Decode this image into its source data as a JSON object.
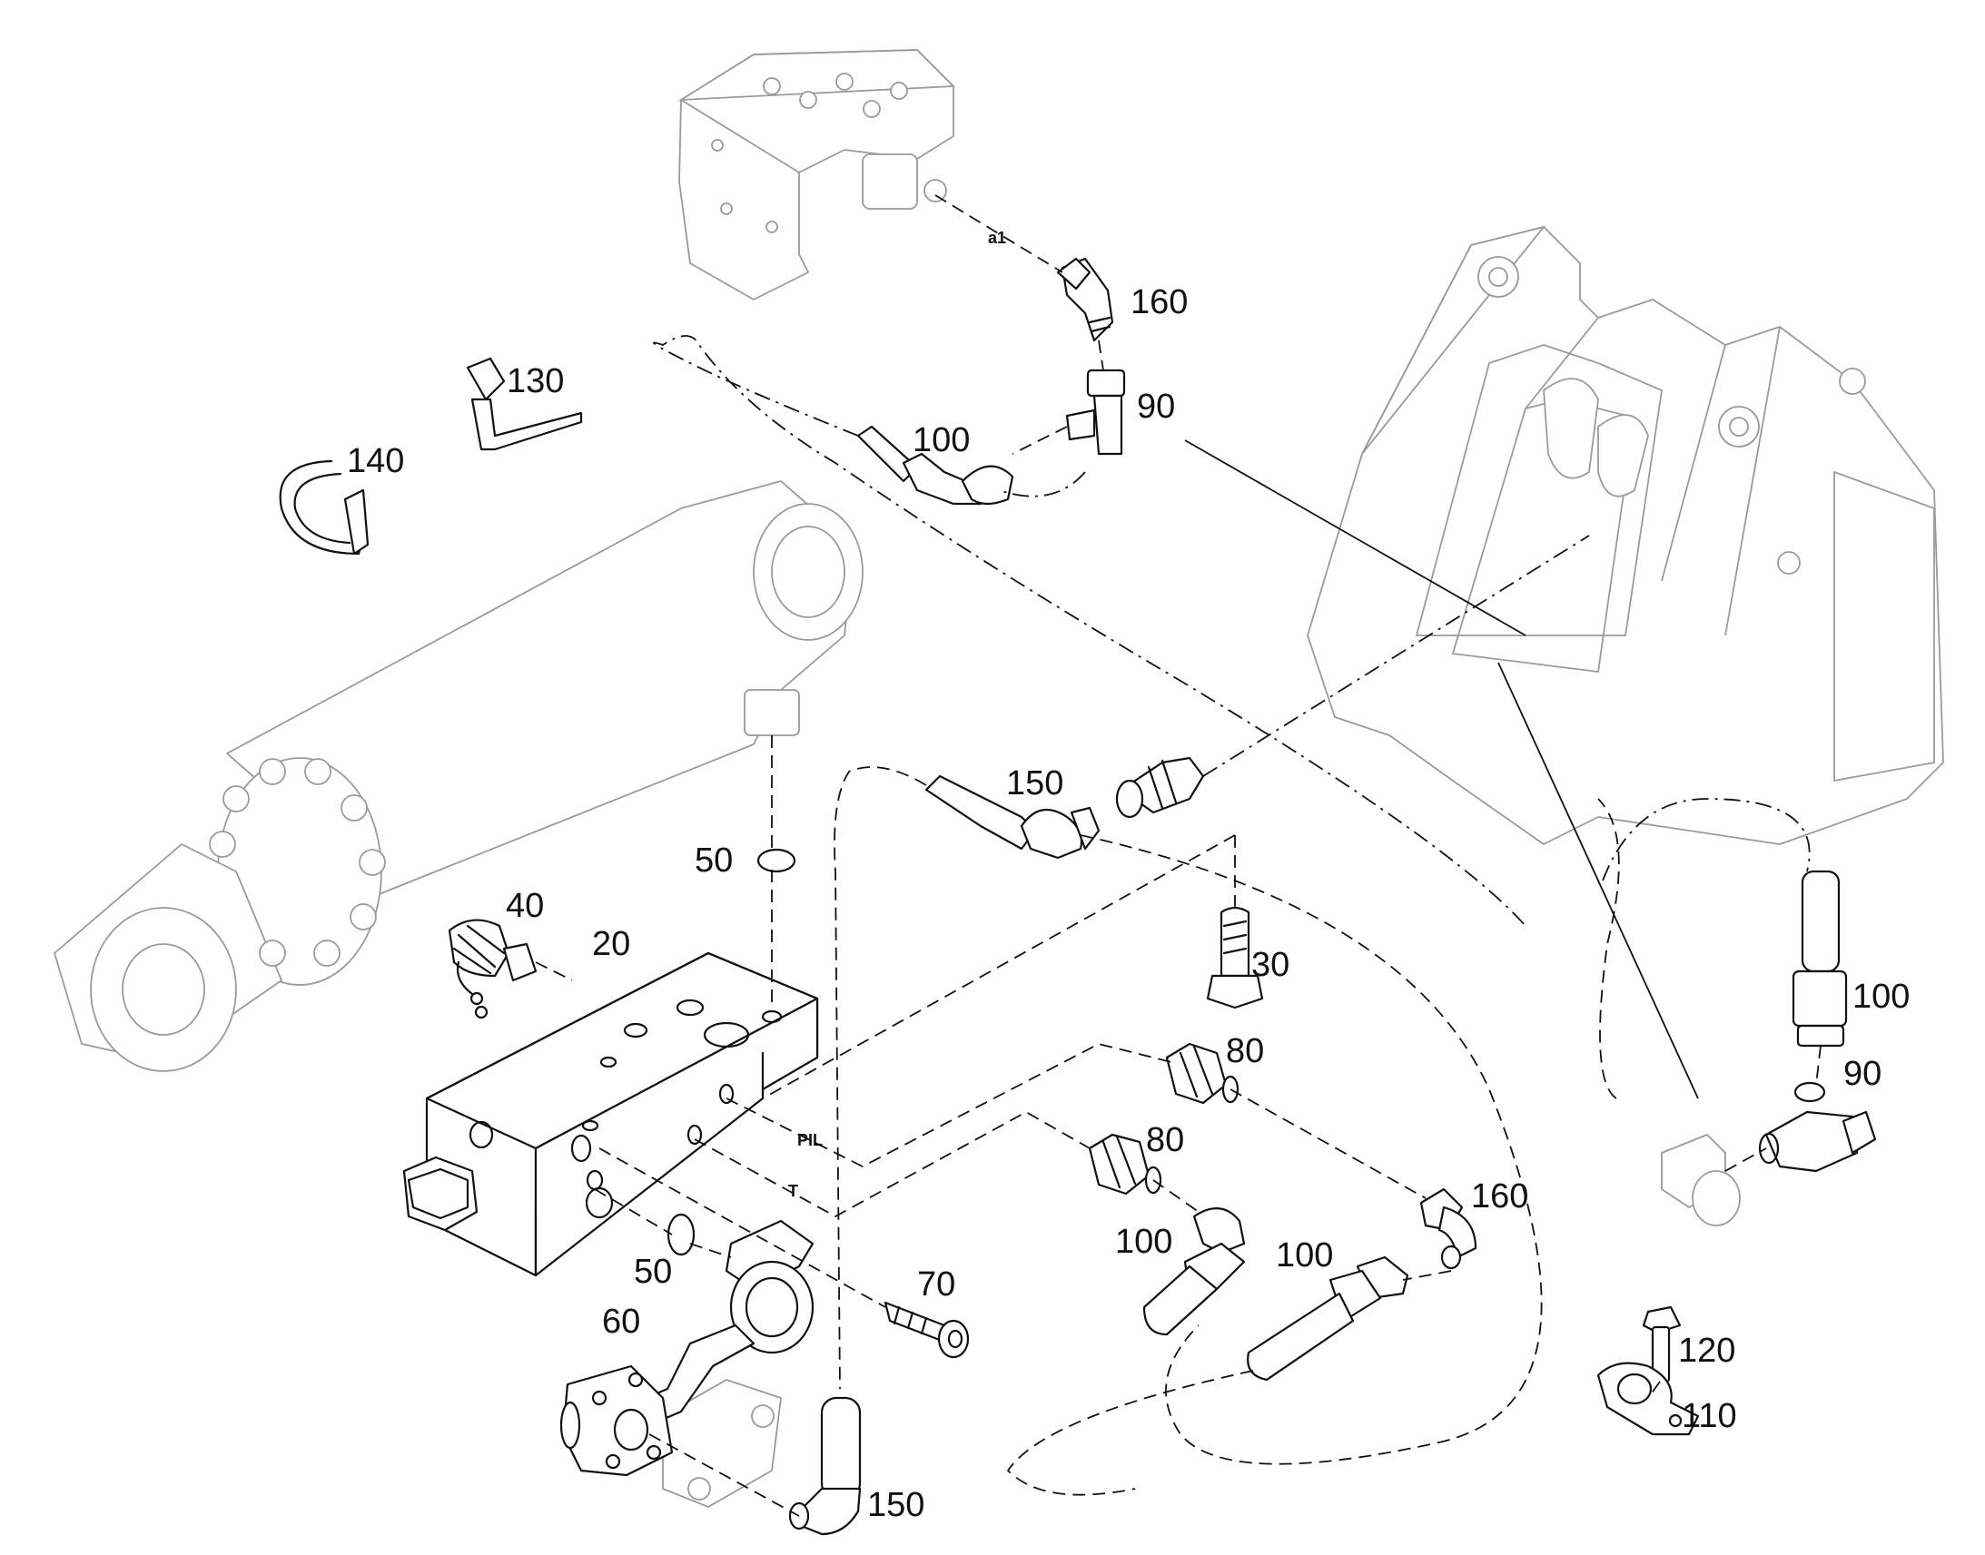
{
  "callouts": {
    "c160_top": "160",
    "c130": "130",
    "c90_top": "90",
    "c100_top": "100",
    "c140": "140",
    "c150_mid": "150",
    "c50_top": "50",
    "c40": "40",
    "c20": "20",
    "c30": "30",
    "c80_a": "80",
    "c80_b": "80",
    "c100_right": "100",
    "c90_right": "90",
    "c160_low": "160",
    "c100_mid": "100",
    "c100_low": "100",
    "c50_low": "50",
    "c70": "70",
    "c60": "60",
    "c120": "120",
    "c110": "110",
    "c150_low": "150"
  },
  "port_labels": {
    "a1": "a1",
    "pil": "PIL",
    "t": "T"
  }
}
